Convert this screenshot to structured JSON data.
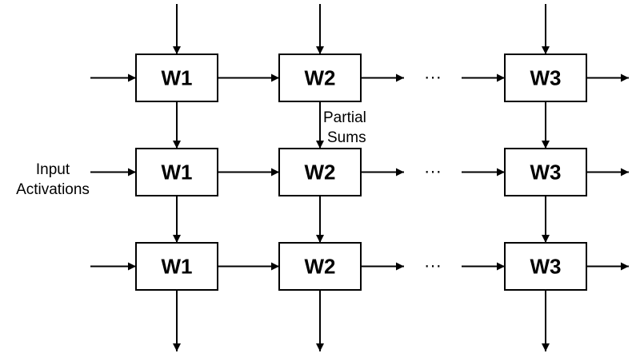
{
  "rows": [
    {
      "cells": [
        "W1",
        "W2",
        "W3"
      ],
      "ellipsis": "···"
    },
    {
      "cells": [
        "W1",
        "W2",
        "W3"
      ],
      "ellipsis": "···"
    },
    {
      "cells": [
        "W1",
        "W2",
        "W3"
      ],
      "ellipsis": "···"
    }
  ],
  "annotations": {
    "partial_sums": [
      "Partial",
      "Sums"
    ],
    "input_activations": [
      "Input",
      "Activations"
    ]
  },
  "colors": {
    "stroke": "#000000",
    "box_fill": "#ffffff",
    "background": "#ffffff"
  }
}
